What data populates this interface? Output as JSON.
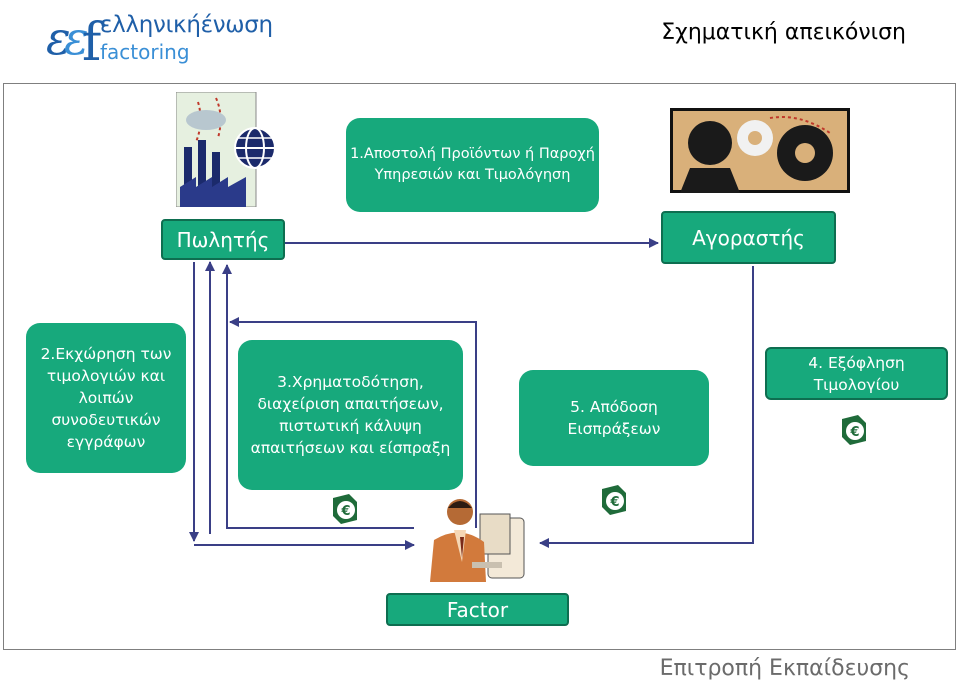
{
  "header": {
    "logo_line1": "ελληνικήένωση",
    "logo_line2": "factoring",
    "title": "Σχηματική απεικόνιση"
  },
  "nodes": {
    "step1": "1.Αποστολή Προϊόντων ή Παροχή Υπηρεσιών και Τιμολόγηση",
    "seller": "Πωλητής",
    "buyer": "Αγοραστής",
    "step2": "2.Εκχώρηση των τιμολογιών και λοιπών συνοδευτικών εγγράφων",
    "step3": "3.Χρηματοδότηση, διαχείριση απαιτήσεων, πιστωτική κάλυψη απαιτήσεων και είσπραξη",
    "step5": "5. Απόδοση Εισπράξεων",
    "step4": "4. Εξόφληση Τιμολογίου",
    "factor": "Factor"
  },
  "icons": {
    "euro": "€",
    "factory": "factory-icon",
    "globe": "globe-icon",
    "buyer_picture": "businessman-gears-icon",
    "factor_picture": "person-at-computer-icon"
  },
  "colors": {
    "box_fill": "#17a97c",
    "box_border": "#0e6e50",
    "arrow": "#3a3f86",
    "logo": "#1f5fa8"
  },
  "footer": {
    "text": "Επιτροπή Εκπαίδευσης"
  }
}
